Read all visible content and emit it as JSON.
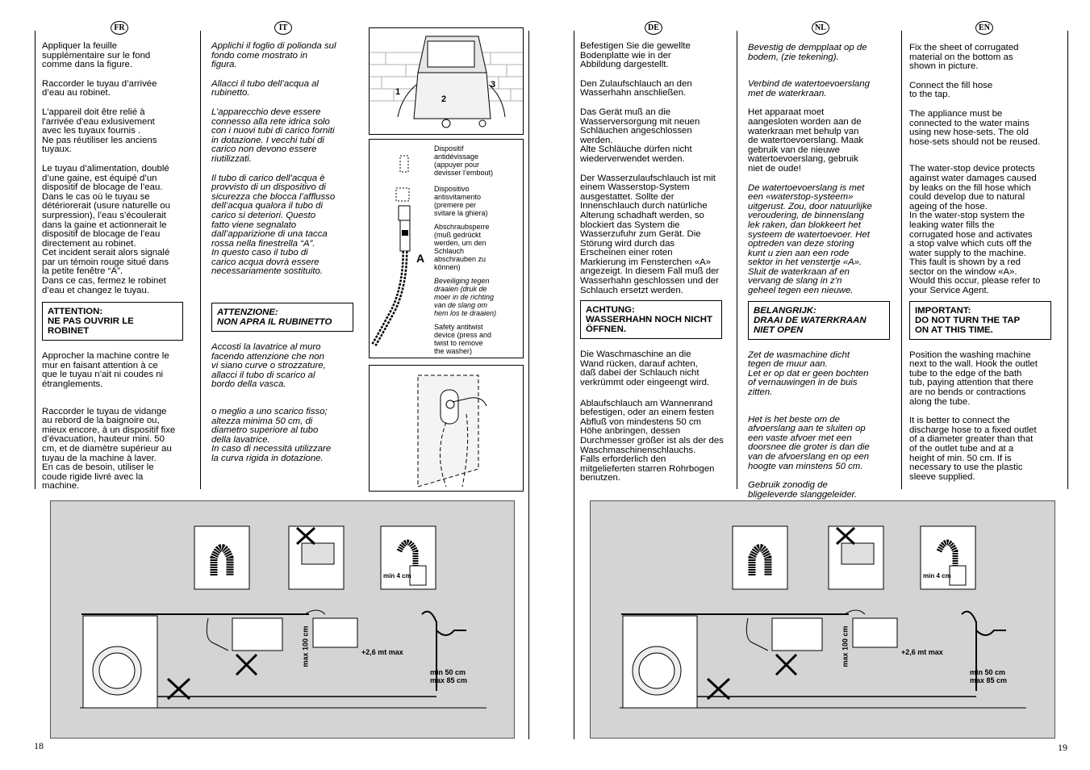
{
  "page_numbers": {
    "left": "18",
    "right": "19"
  },
  "badges": {
    "fr": "FR",
    "it": "IT",
    "de": "DE",
    "nl": "NL",
    "en": "EN"
  },
  "fr": {
    "p1": "Appliquer la feuille\nsupplémentaire sur le fond\ncomme dans la figure.",
    "p2": "Raccorder le tuyau d’arrivée\nd’eau au robinet.",
    "p3": "L'appareil doit être relié à\nl'arrivée d'eau exlusivement\navec les tuyaux fournis .\nNe pas réutiliser  les anciens\ntuyaux.",
    "p4": "Le tuyau d’alimentation, doublé\nd’une gaine, est équipé d’un\ndispositif de blocage de l’eau.\nDans le cas où le tuyau se\ndétériorerait (usure naturelle ou\nsurpression), l’eau s’écoulerait\ndans la gaine et actionnerait le\ndispositif de blocage de l’eau\ndirectement au robinet.\nCet incident serait alors signalé\npar un témoin rouge situé dans\nla petite fenêtre “A”.\nDans ce cas, fermez le robinet\nd’eau et changez le tuyau.",
    "warn": "ATTENTION:\nNE PAS OUVRIR LE ROBINET",
    "p5": "Approcher la machine contre le\nmur en faisant attention à ce\nque le tuyau n’ait ni coudes ni\nétranglements.",
    "p6": "Raccorder le tuyau de vidange\nau rebord de la baignoire ou,\nmieux encore, à un dispositif fixe\nd’évacuation, hauteur mini. 50\ncm, et de diamètre supérieur au\ntuyau de la machine à laver.\nEn cas de besoin, utiliser le\ncoude rigide livré avec la\nmachine."
  },
  "it": {
    "p1": "Applichi il foglio di polionda sul\nfondo come mostrato in\nfigura.",
    "p2": "Allacci il tubo dell’acqua al\nrubinetto.",
    "p3": "L’apparecchio deve essere\nconnesso alla rete idrica solo\ncon i nuovi tubi di carico forniti\nin dotazione. I vecchi tubi di\ncarico non devono essere\nriutilizzati.",
    "p4": "Il tubo di carico dell’acqua è\nprovvisto di un dispositivo di\nsicurezza che blocca l’afflusso\ndell’acqua qualora il tubo di\ncarico si deteriori. Questo\nfatto viene segnalato\ndall’apparizione di una tacca\nrossa nella finestrella “A”.\nIn questo caso il tubo di\ncarico acqua dovrà essere\nnecessariamente sostituito.",
    "warn": "ATTENZIONE:\nNON APRA IL RUBINETTO",
    "p5": "Accosti la lavatrice al muro\nfacendo attenzione che non\nvi siano curve o strozzature,\nallacci il tubo di scarico al\nbordo della vasca.",
    "p6": "o meglio a uno scarico fisso;\naltezza minima 50 cm, di\ndiametro superiore al tubo\ndella lavatrice.\nIn caso di necessità utilizzare\nla curva rigida in dotazione."
  },
  "de": {
    "p1": "Befestigen Sie die gewellte\nBodenplatte wie in der\nAbbildung dargestellt.",
    "p2": "Den Zulaufschlauch an den\nWasserhahn anschließen.",
    "p3": "Das Gerät muß an die\nWasserversorgung mit neuen\nSchläuchen angeschlossen\nwerden.\nAlte Schläuche dürfen nicht\nwiederverwendet werden.",
    "p4": "Der Wasserzulaufschlauch ist mit\neinem Wasserstop-System\nausgestattet. Sollte der\nInnenschlauch durch natürliche\nAlterung schadhaft werden, so\nblockiert das System die\nWasserzufuhr zum Gerät. Die\nStörung wird durch das\nErscheinen einer roten\nMarkierung im Fensterchen «A»\nangezeigt. In diesem Fall muß der\nWasserhahn geschlossen und der\nSchlauch ersetzt werden.",
    "warn": "ACHTUNG:\nWASSERHAHN NOCH NICHT\nÖFFNEN.",
    "p5": "Die Waschmaschine an die\nWand rücken, darauf achten,\ndaß dabei der Schlauch nicht\nverkrümmt oder eingeengt wird.",
    "p6": "Ablaufschlauch am Wannenrand\nbefestigen, oder an einem festen\nAbfluß von mindestens 50 cm\nHöhe anbringen, dessen\nDurchmesser größer ist als der des\nWaschmaschinenschlauchs.\nFalls erforderlich den\nmitgelieferten starren Rohrbogen\nbenutzen."
  },
  "nl": {
    "p1": "Bevestig de dempplaat op de\nbodem, (zie tekening).",
    "p2": "Verbind de watertoevoerslang\nmet de waterkraan.",
    "p3": "Het apparaat moet\naangesloten worden aan de\nwaterkraan met behulp van\nde watertoevoerslang. Maak\ngebruik van de nieuwe\nwatertoevoerslang, gebruik\nniet de oude!",
    "p4": "De watertoevoerslang is met\neen «waterstop-systeem»\nuitgerust. Zou, door natuurlijke\nveroudering, de binnenslang\nlek raken, dan blokkeert het\nsysteem de watertoevoer. Het\noptreden van deze storing\nkunt u zien aan een rode\nsektor in het venstertje «A».\nSluit de waterkraan af en\nvervang de slang in z’n\ngeheel tegen een nieuwe.",
    "warn": "BELANGRIJK:\nDRAAI DE WATERKRAAN\nNIET OPEN",
    "p5": "Zet de wasmachine dicht\ntegen de muur aan.\nLet er op dat er geen bochten\nof vernauwingen in de buis\nzitten.",
    "p6": "Het is het beste om de\nafvoerslang aan te sluiten op\neen vaste afvoer met een\ndoorsnee die groter is dan die\nvan de afvoerslang en op een\nhoogte van minstens 50 cm.",
    "p7": "Gebruik zonodig de\nbligeleverde slanggeleider."
  },
  "en": {
    "p1": "Fix the sheet of corrugated\nmaterial on the bottom as\nshown in picture.",
    "p2": "Connect the fill hose\nto the tap.",
    "p3": "The appliance must be\nconnected to the water mains\nusing new hose-sets. The old\nhose-sets should not be reused.",
    "p4": "The water-stop device protects\nagainst water damages caused\nby leaks on the fill hose which\ncould develop due to natural\nageing of the hose.\nIn the water-stop system the\nleaking water fills the\ncorrugated hose and activates\na stop valve which cuts off the\nwater supply to the machine.\nThis fault is shown by a red\nsector on the window «A».\nWould this occur, please refer to\nyour Service Agent.",
    "warn": "IMPORTANT:\nDO NOT TURN THE TAP\nON AT THIS TIME.",
    "p5": "Position the washing machine\nnext to the wall. Hook the outlet\ntube to the edge of the bath\ntub, paying attention that there\nare no bends or contractions\nalong the tube.",
    "p6": "It is better to connect the\ndischarge hose to a fixed outlet\nof a diameter greater than that\nof the outlet tube and at a\nheight of min. 50 cm. If is\nnecessary to use the plastic\nsleeve supplied."
  },
  "hose_labels": {
    "l1": "Dispositif\nantidévissage\n(appuyer pour\ndevisser l’embout)",
    "l2": "Dispositivo\nantisvitamento\n(premere per\nsvitare la ghiera)",
    "l3": "Abschraubsperre\n(muß gedrückt\nwerden, um den\nSchlauch\nabschrauben zu\nkönnen)",
    "l4": "Beveiliging tegen\ndraaien (druk de\nmoer in de richting\nvan de slang om\nhem los te draaien)",
    "l5": "Safety antitwist\ndevice (press and\ntwist to remove\nthe washer)",
    "window_label": "A"
  },
  "top_figure": {
    "n1": "1",
    "n2": "2",
    "n3": "3"
  },
  "diagram": {
    "min4": "min 4 cm",
    "max100": "max 100 cm",
    "plus26": "+2,6 mt max",
    "min50": "min 50 cm",
    "max85": "max 85 cm"
  }
}
